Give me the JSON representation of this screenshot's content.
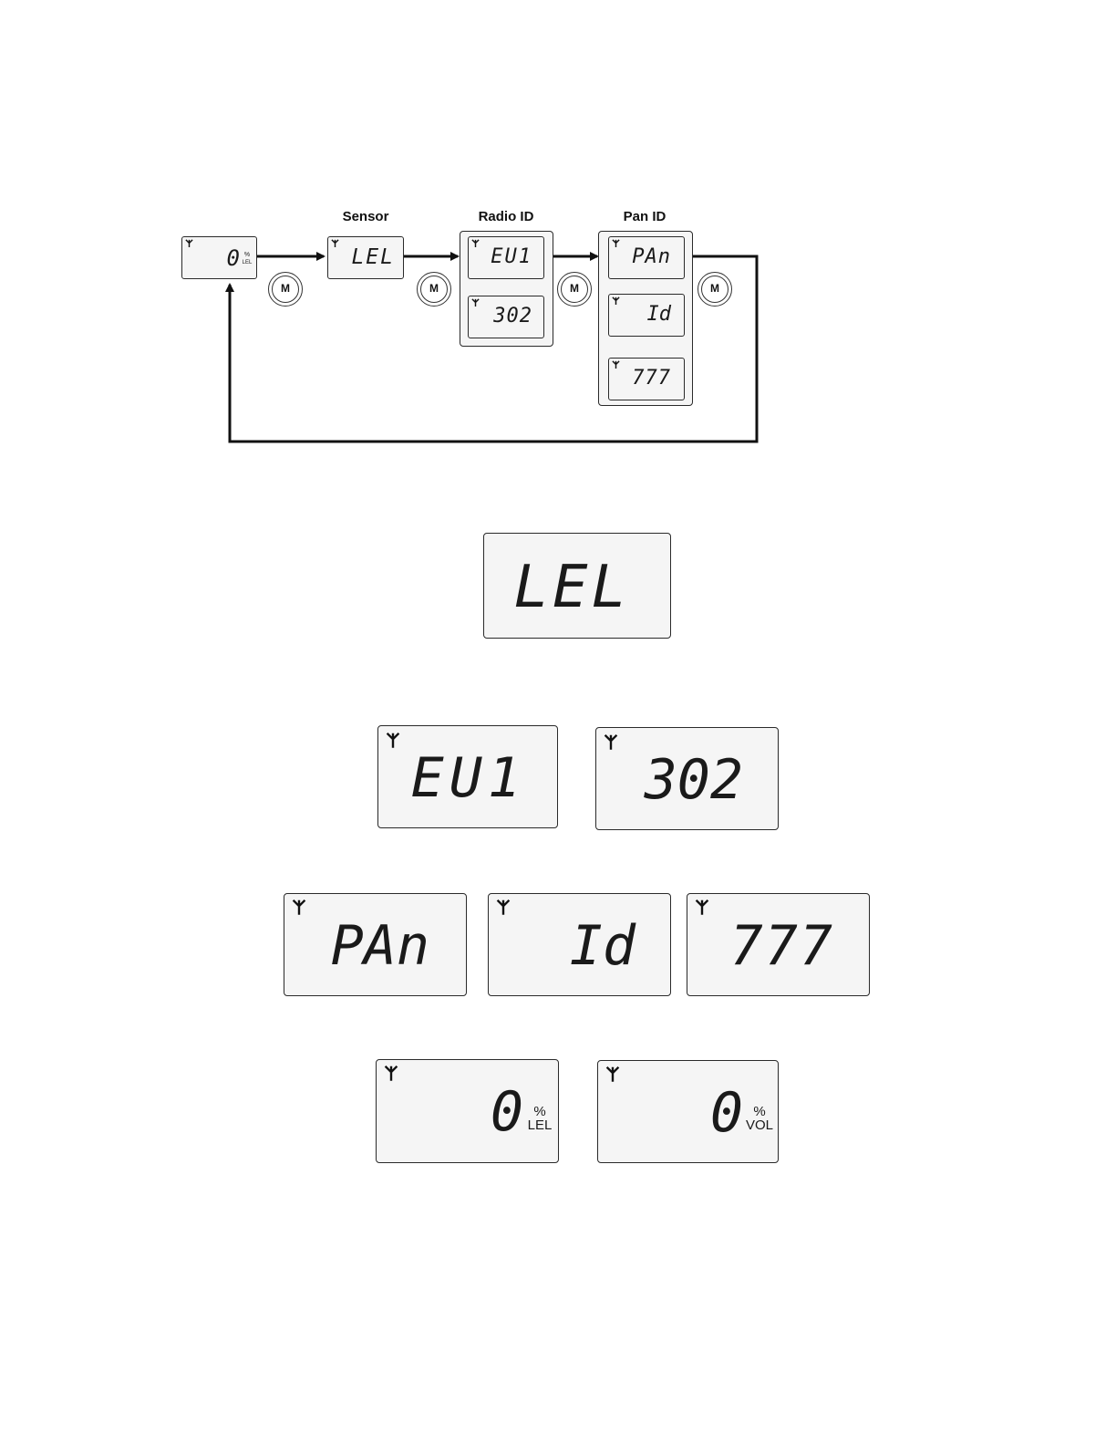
{
  "flow": {
    "labels": {
      "sensor": "Sensor",
      "radio_id": "Radio ID",
      "pan_id": "Pan ID"
    },
    "start_display": {
      "value": "0",
      "unit_top": "%",
      "unit_bottom": "LEL"
    },
    "sensor_display": {
      "value": "LEL"
    },
    "radio_displays": {
      "first": "EU1",
      "second": "302"
    },
    "pan_displays": {
      "first": "PAn",
      "second": "Id",
      "third": "777"
    },
    "mode_button_label": "M"
  },
  "displays": {
    "lel": "LEL",
    "eu1": "EU1",
    "radio_num": "302",
    "pan": "PAn",
    "id": "Id",
    "pan_num": "777",
    "reading_lel": {
      "value": "0",
      "unit_top": "%",
      "unit_bottom": "LEL"
    },
    "reading_vol": {
      "value": "0",
      "unit_top": "%",
      "unit_bottom": "VOL"
    }
  },
  "icons": {
    "antenna": "antenna-icon",
    "mode_button": "mode-button-icon"
  }
}
